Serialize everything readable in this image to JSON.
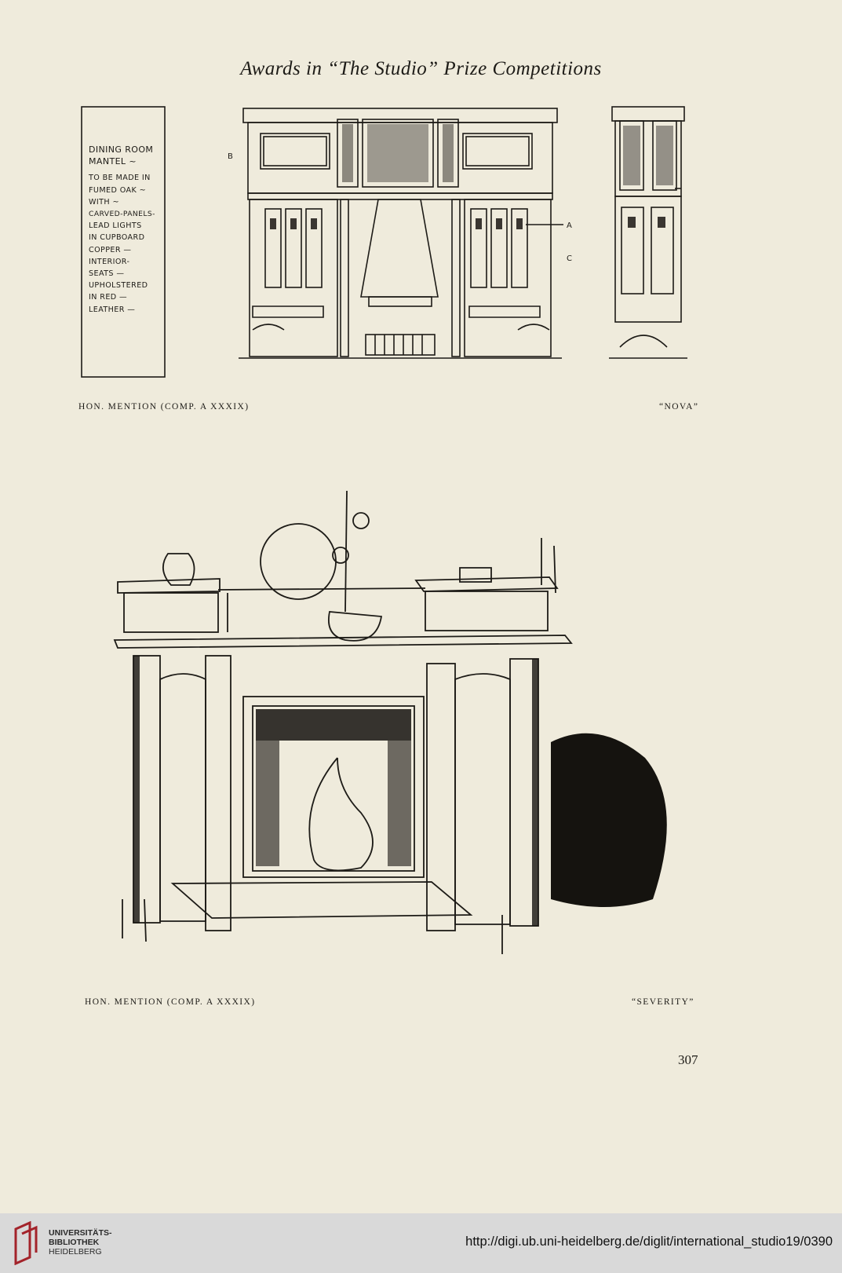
{
  "header": {
    "title": "Awards in “The Studio” Prize Competitions"
  },
  "plate1": {
    "panel_lines": [
      "DINING ROOM",
      "MANTEL ~",
      "TO BE MADE IN",
      "FUMED OAK ~",
      "WITH ~",
      "CARVED-PANELS-",
      "LEAD LIGHTS",
      "IN CUPBOARD",
      "COPPER —",
      "INTERIOR-",
      "SEATS —",
      "UPHOLSTERED",
      "IN RED —",
      "LEATHER —"
    ],
    "labels": {
      "a": "A",
      "b": "B",
      "c": "C"
    },
    "caption_left": "HON. MENTION (COMP. A XXXIX)",
    "caption_right": "“NOVA”"
  },
  "plate2": {
    "caption_left": "HON. MENTION (COMP. A XXXIX)",
    "caption_right": "“SEVERITY”"
  },
  "page_number": "307",
  "footer": {
    "logo_line1": "UNIVERSITÄTS-",
    "logo_line2": "BIBLIOTHEK",
    "logo_line3": "HEIDELBERG",
    "url": "http://digi.ub.uni-heidelberg.de/diglit/international_studio19/0390"
  }
}
